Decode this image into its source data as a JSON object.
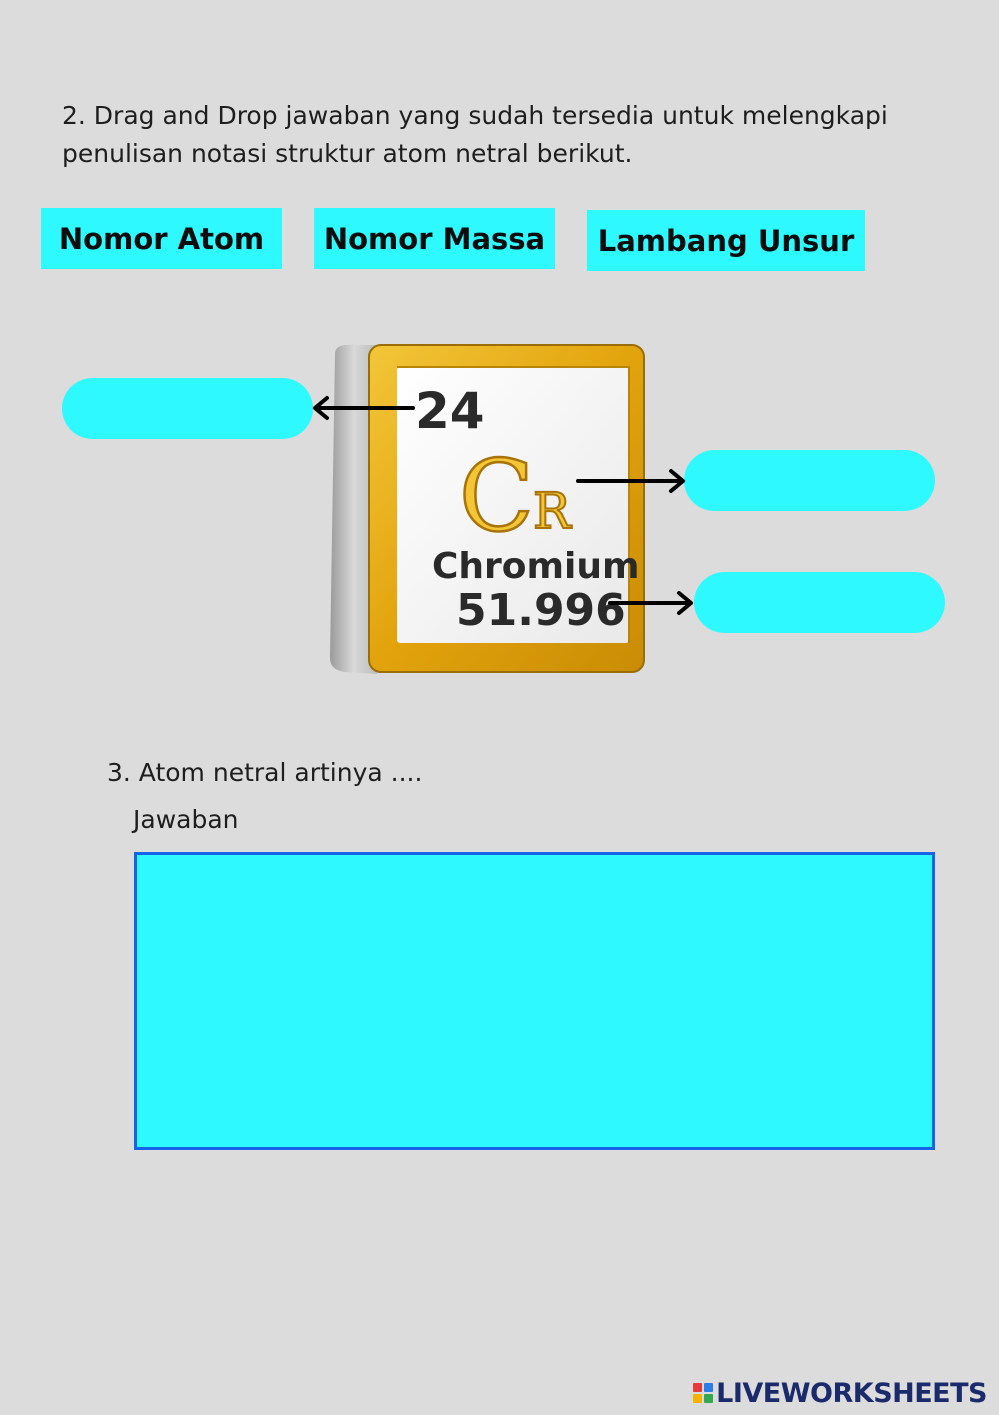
{
  "question2": {
    "text": "2. Drag and Drop jawaban yang sudah tersedia untuk melengkapi penulisan notasi struktur atom netral berikut."
  },
  "options": [
    {
      "label": "Nomor Atom"
    },
    {
      "label": "Nomor Massa"
    },
    {
      "label": "Lambang Unsur"
    }
  ],
  "element_tile": {
    "atomic_number": "24",
    "symbol": "Cr",
    "name": "Chromium",
    "atomic_mass": "51.996"
  },
  "question3": {
    "text": "3. Atom netral artinya ....",
    "answer_label": "Jawaban",
    "answer_value": ""
  },
  "footer": {
    "brand": "LIVEWORKSHEETS"
  },
  "colors": {
    "background": "#dcdcdc",
    "answer_fill": "#2ef9ff",
    "answer_border": "#1463e8",
    "tile_gold": "#e8ae12",
    "brand": "#1b2a6b"
  }
}
